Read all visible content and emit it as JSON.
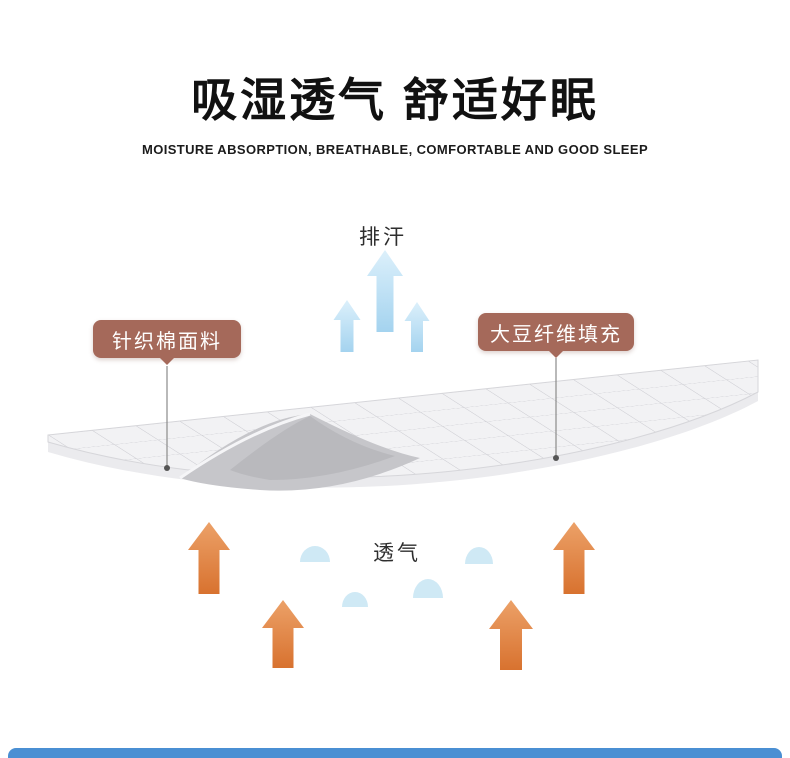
{
  "header": {
    "title": "吸湿透气 舒适好眠",
    "subtitle": "MOISTURE ABSORPTION, BREATHABLE, COMFORTABLE AND GOOD SLEEP"
  },
  "diagram": {
    "top_flow_label": "排汗",
    "bottom_flow_label": "透气",
    "left_callout": "针织棉面料",
    "right_callout": "大豆纤维填充"
  },
  "colors": {
    "callout_badge": "#a5695a",
    "up_arrow_blue": "#a7d4ee",
    "bottom_arrow_orange": "#df8049",
    "moisture_dot_blue": "#cfe9f5",
    "mattress_fill": "#f2f2f4",
    "grid_line": "#d0d0d5",
    "fold_gray": "#c3c3c7",
    "bottom_strip_blue": "#4a8fd3"
  }
}
